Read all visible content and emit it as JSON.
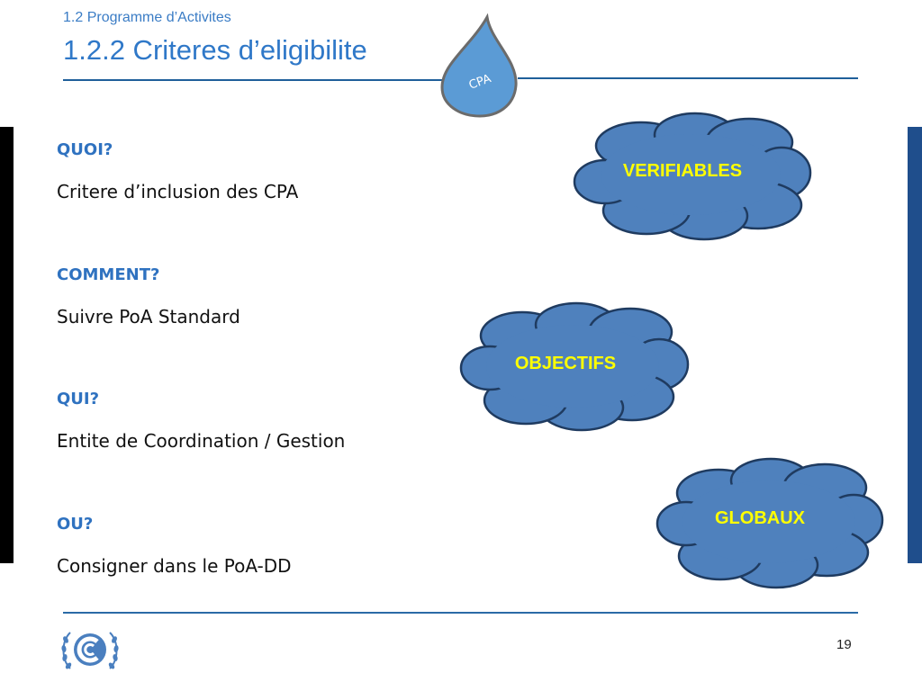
{
  "header": {
    "section": "1.2  Programme d’Activites",
    "title": "1.2.2 Criteres d’eligibilite",
    "drop_label": "CPA"
  },
  "items": [
    {
      "question": "QUOI?",
      "answer": "Critere d’inclusion des CPA"
    },
    {
      "question": "COMMENT?",
      "answer": "Suivre PoA Standard"
    },
    {
      "question": "QUI?",
      "answer": "Entite de Coordination / Gestion"
    },
    {
      "question": "OU?",
      "answer": "Consigner dans le PoA-DD"
    }
  ],
  "clouds": [
    {
      "label": "VERIFIABLES"
    },
    {
      "label": "OBJECTIFS"
    },
    {
      "label": "GLOBAUX"
    }
  ],
  "footer": {
    "page_number": "19"
  },
  "colors": {
    "title_blue": "#2f78c8",
    "question_blue": "#2f72c0",
    "cloud_fill": "#4f81bd",
    "cloud_stroke": "#1f3b60",
    "cloud_text": "#ffff00",
    "drop_fill": "#5b9bd5"
  },
  "icons": {
    "logo": "unfccc-logo-icon",
    "drop": "water-drop-icon"
  }
}
